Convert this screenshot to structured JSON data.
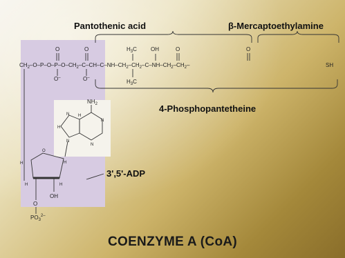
{
  "labels": {
    "pantothenic_acid": "Pantothenic acid",
    "mercaptoethylamine": "β-Mercaptoethylamine",
    "phosphopantetheine": "4-Phosphopantetheine",
    "adp": "3',5'-ADP"
  },
  "title": "COENZYME A (CoA)",
  "chain": {
    "ch2_o": "CH2–O–",
    "sh": "SH"
  }
}
